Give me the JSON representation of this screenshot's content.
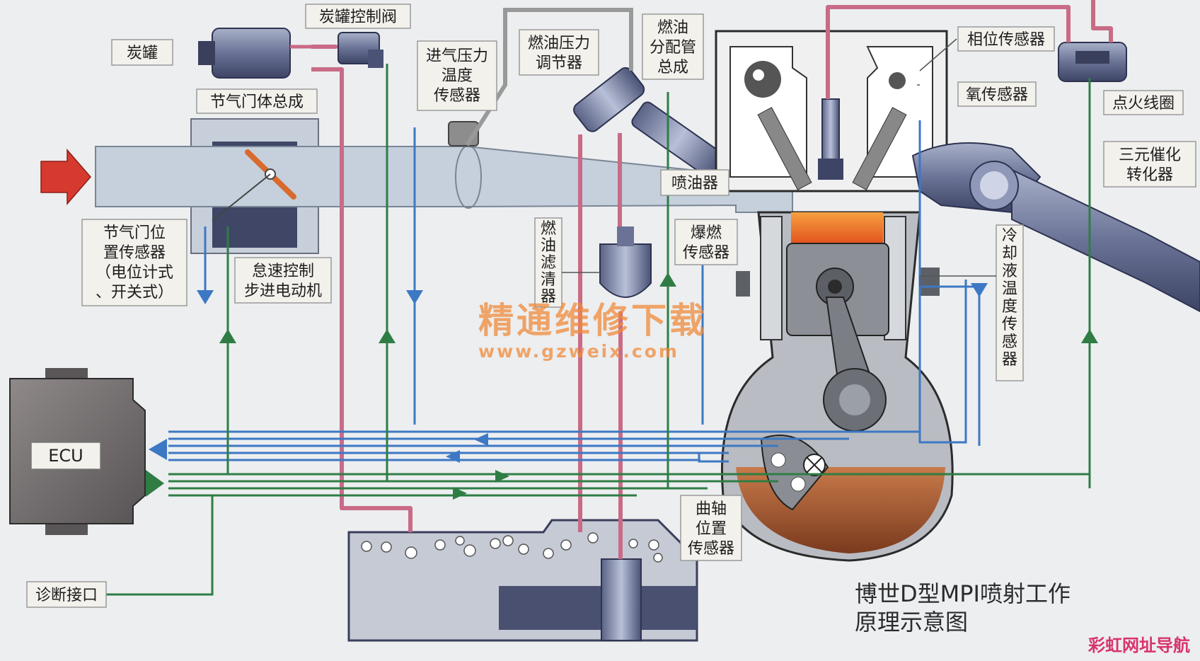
{
  "title": "博世D型MPI喷射工作原理示意图",
  "title_lines": [
    "博世D型MPI喷射工作",
    "原理示意图"
  ],
  "ecu_label": "ECU",
  "labels": {
    "charcoal_canister": "炭罐",
    "canister_valve": "炭罐控制阀",
    "throttle_body": "节气门体总成",
    "throttle_sensor": [
      "节气门位",
      "置传感器",
      "（电位计式",
      "、开关式）"
    ],
    "idle_motor": [
      "怠速控制",
      "步进电动机"
    ],
    "intake_sensor": [
      "进气压力",
      "温度",
      "传感器"
    ],
    "fuel_regulator": [
      "燃油压力",
      "调节器"
    ],
    "fuel_rail": [
      "燃油",
      "分配管",
      "总成"
    ],
    "injector": "喷油器",
    "fuel_filter": [
      "燃",
      "油",
      "滤",
      "清",
      "器"
    ],
    "knock_sensor": [
      "爆燃",
      "传感器"
    ],
    "phase_sensor": "相位传感器",
    "oxygen_sensor": "氧传感器",
    "ignition_coil": "点火线圈",
    "catalytic_converter": [
      "三元催化",
      "转化器"
    ],
    "coolant_sensor": [
      "冷",
      "却",
      "液",
      "温",
      "度",
      "传",
      "感",
      "器"
    ],
    "crank_sensor": [
      "曲轴",
      "位置",
      "传感器"
    ],
    "diagnostic_port": "诊断接口"
  },
  "watermark": {
    "main": "精通维修下载",
    "url": "www.gzweix.com"
  },
  "corner_mark": "彩虹网址导航",
  "colors": {
    "background": "#eceef0",
    "signal_in": "#3d78c4",
    "signal_out": "#2f7d44",
    "fuel_line": "#c96b86",
    "intake_arrow": "#d63a2e"
  }
}
